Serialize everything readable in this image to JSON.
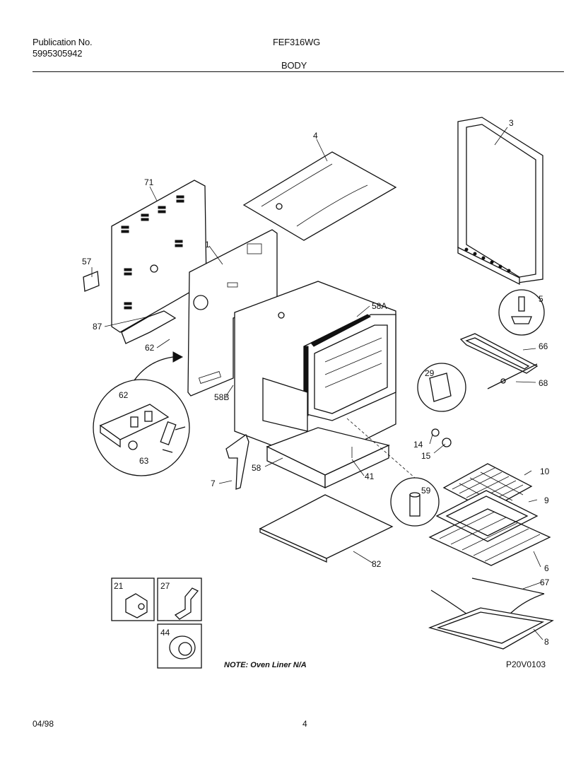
{
  "header": {
    "publication_label": "Publication No.",
    "publication_number": "5995305942",
    "model": "FEF316WG",
    "section": "BODY"
  },
  "diagram": {
    "part_labels": [
      "71",
      "57",
      "87",
      "62",
      "1",
      "58B",
      "4",
      "58A",
      "3",
      "5",
      "66",
      "68",
      "29",
      "14",
      "15",
      "58",
      "41",
      "7",
      "62",
      "63",
      "59",
      "10",
      "9",
      "6",
      "82",
      "67",
      "8",
      "21",
      "27",
      "44"
    ],
    "note": "NOTE: Oven Liner N/A",
    "drawing_id": "P20V0103"
  },
  "footer": {
    "date": "04/98",
    "page": "4"
  }
}
